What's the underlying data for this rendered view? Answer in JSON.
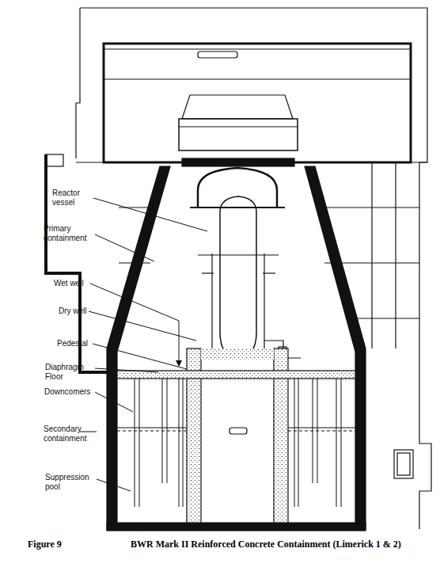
{
  "diagram": {
    "caption": "BWR Mark II Reinforced Concrete Containment (Limerick 1 & 2)",
    "labels": [
      "Reactor vessel",
      "Primary containment",
      "Wet well",
      "Dry well",
      "Pedestal",
      "Diaphragm Floor",
      "Downcomers",
      "Secondary containment",
      "Suppression pool",
      "Figure 9"
    ]
  }
}
